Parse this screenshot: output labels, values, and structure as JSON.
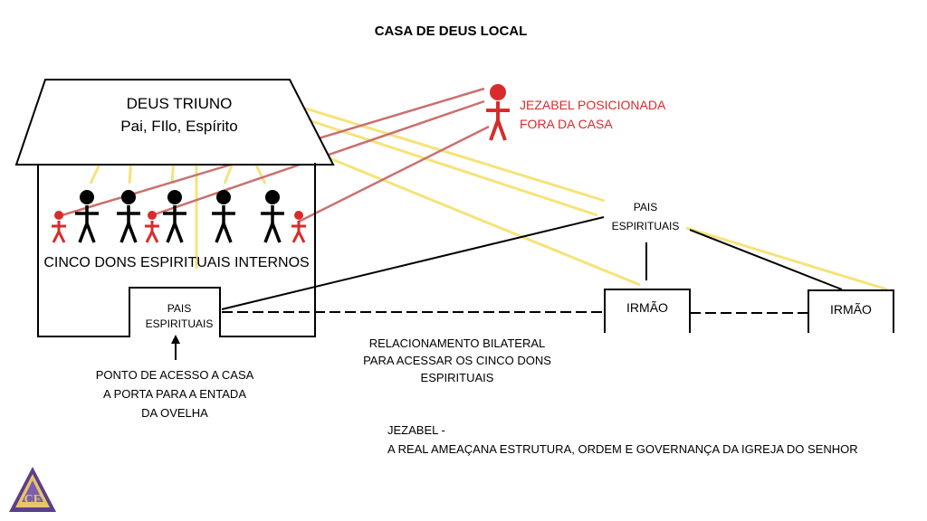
{
  "title": "CASA DE DEUS LOCAL",
  "house": {
    "god_title": "DEUS TRIUNO",
    "god_subtitle": "Pai, FIlo, Espírito",
    "gifts_label": "CINCO DONS ESPIRITUAIS INTERNOS",
    "door_label_1": "PAIS",
    "door_label_2": "ESPIRITUAIS"
  },
  "jezebel": {
    "label_line1": "JEZABEL POSICIONADA",
    "label_line2": "FORA DA CASA",
    "note_line1": "JEZABEL -",
    "note_line2": "A REAL AMEAÇANA ESTRUTURA, ORDEM E GOVERNANÇA DA IGREJA DO SENHOR"
  },
  "outside_parents": {
    "line1": "PAIS",
    "line2": "ESPIRITUAIS"
  },
  "brothers": {
    "brother1": "IRMÃO",
    "brother2": "IRMÃO"
  },
  "relationship": {
    "line1": "RELACIONAMENTO BILATERAL",
    "line2": "PARA ACESSAR OS CINCO DONS",
    "line3": "ESPIRITUAIS"
  },
  "access_point": {
    "line1": "PONTO DE ACESSO A CASA",
    "line2": "A PORTA PARA A ENTADA",
    "line3": "DA OVELHA"
  },
  "logo": {
    "text": "CF"
  },
  "colors": {
    "yellow_line": "#f5e37a",
    "red_line": "#c97070",
    "jezebel_red": "#d92b2b",
    "logo_purple": "#5a3f8c",
    "logo_gold": "#e9c46a"
  }
}
